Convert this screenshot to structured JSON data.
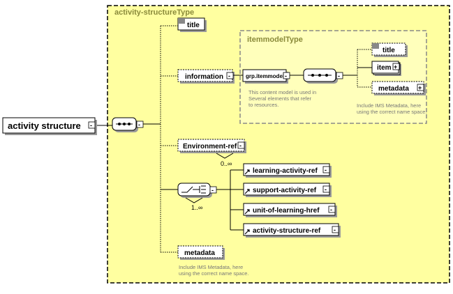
{
  "root": {
    "label": "activity structure"
  },
  "type_name": "activity-structureType",
  "group": {
    "type_name": "itemmodelType",
    "ref_label": "grp.itemmodel",
    "note_lines": [
      "This content model is used in",
      "Several elements that refer",
      "to resources."
    ],
    "meta_note_lines": [
      "Include IMS Metadata, here",
      "using the correct name space."
    ],
    "children": {
      "title": "title",
      "item": "item",
      "metadata": "metadata"
    }
  },
  "elements": {
    "title": "title",
    "information": "information",
    "environment_ref": "Environment-ref",
    "environment_occ": "0..∞",
    "choice_occ": "1..∞",
    "metadata": "metadata",
    "metadata_note_lines": [
      "Include IMS Metadata, here",
      "using the correct name space."
    ]
  },
  "choice_items": [
    "learning-activity-ref",
    "support-activity-ref",
    "unit-of-learning-href",
    "activity-structure-ref"
  ],
  "colors": {
    "type_fill": "#ffffa0",
    "group_fill": "#ffffbb",
    "shadow": "#9a9a9a"
  },
  "icons": [
    "sequence-compositor-icon",
    "choice-compositor-icon",
    "collapse-icon",
    "expand-icon",
    "reference-arrow-icon",
    "attribute-square-icon"
  ]
}
